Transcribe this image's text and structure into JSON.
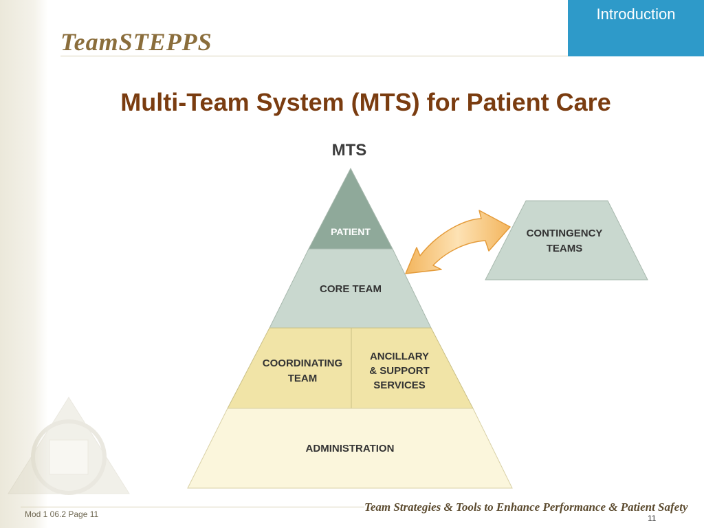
{
  "brand": {
    "logo_text": "TeamSTEPPS"
  },
  "section_tab": {
    "label": "Introduction"
  },
  "slide": {
    "title": "Multi-Team System (MTS) for Patient Care"
  },
  "diagram": {
    "heading": "MTS",
    "tiers": {
      "patient": "PATIENT",
      "core_team": "CORE TEAM",
      "coordinating_team": [
        "COORDINATING",
        "TEAM"
      ],
      "ancillary": [
        "ANCILLARY",
        "& SUPPORT",
        "SERVICES"
      ],
      "administration": "ADMINISTRATION"
    },
    "contingency": [
      "CONTINGENCY",
      "TEAMS"
    ],
    "colors": {
      "patient": "#8fa99a",
      "core_team": "#c9d8cf",
      "middle": "#f1e4a7",
      "administration": "#fbf6dc",
      "contingency": "#c9d8cf",
      "arrow": "#f3b55d"
    }
  },
  "footer": {
    "tagline": "Team Strategies & Tools to Enhance Performance & Patient Safety",
    "module": "Mod 1 06.2   Page 11",
    "page_number": "11"
  }
}
